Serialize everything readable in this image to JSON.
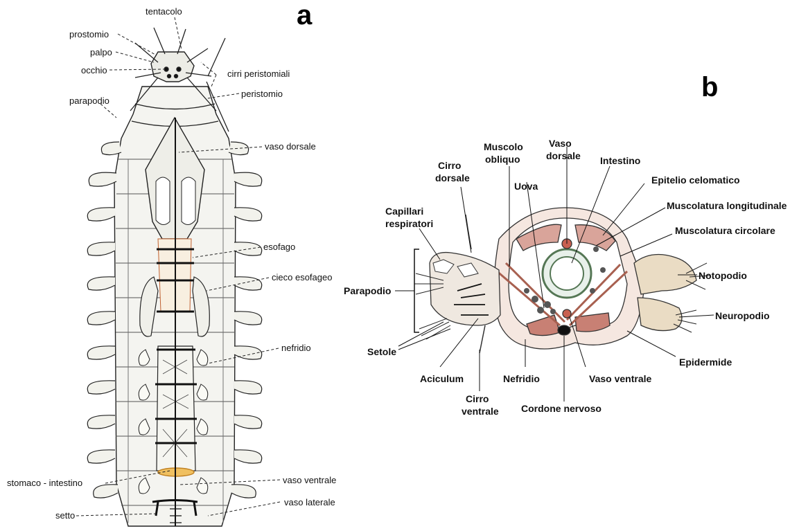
{
  "panel_a": {
    "letter": "a",
    "labels": {
      "tentacolo": "tentacolo",
      "prostomio": "prostomio",
      "palpo": "palpo",
      "occhio": "occhio",
      "cirri_peristomiali": "cirri peristomiali",
      "peristomio": "peristomio",
      "parapodio": "parapodio",
      "vaso_dorsale": "vaso dorsale",
      "esofago": "esofago",
      "cieco_esofageo": "cieco esofageo",
      "nefridio": "nefridio",
      "stomaco_intestino": "stomaco - intestino",
      "vaso_ventrale": "vaso ventrale",
      "vaso_laterale": "vaso laterale",
      "setto": "setto"
    }
  },
  "panel_b": {
    "letter": "b",
    "labels": {
      "muscolo_obliquo_1": "Muscolo",
      "muscolo_obliquo_2": "obliquo",
      "vaso_dorsale_1": "Vaso",
      "vaso_dorsale_2": "dorsale",
      "intestino": "Intestino",
      "cirro_dorsale_1": "Cirro",
      "cirro_dorsale_2": "dorsale",
      "uova": "Uova",
      "epitelio_celomatico": "Epitelio celomatico",
      "capillari_1": "Capillari",
      "capillari_2": "respiratori",
      "musc_longitudinale": "Muscolatura longitudinale",
      "musc_circolare": "Muscolatura circolare",
      "parapodio": "Parapodio",
      "notopodio": "Notopodio",
      "neuropodio": "Neuropodio",
      "setole": "Setole",
      "aciculum": "Aciculum",
      "nefridio": "Nefridio",
      "vaso_ventrale": "Vaso ventrale",
      "epidermide": "Epidermide",
      "cirro_ventrale_1": "Cirro",
      "cirro_ventrale_2": "ventrale",
      "cordone_nervoso": "Cordone nervoso"
    }
  }
}
